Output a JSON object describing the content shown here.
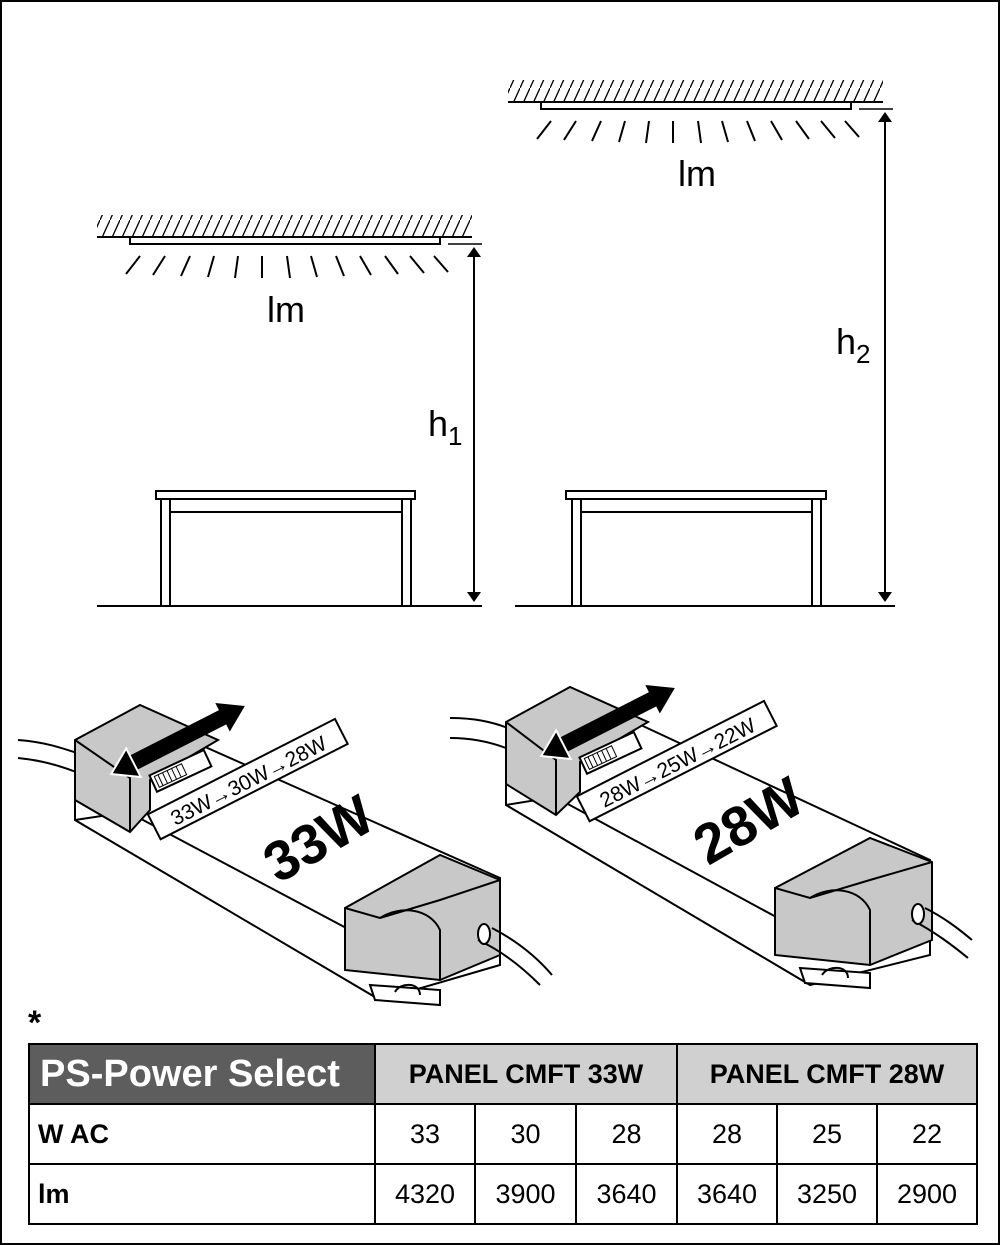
{
  "top_diagram": {
    "scene_left": {
      "light_label": "lm",
      "height_label": "h",
      "height_subscript": "1"
    },
    "scene_right": {
      "light_label": "lm",
      "height_label": "h",
      "height_subscript": "2"
    }
  },
  "drivers": [
    {
      "main_label": "33W",
      "sequence": "33W→30W→28W"
    },
    {
      "main_label": "28W",
      "sequence": "28W→25W→22W"
    }
  ],
  "footnote_marker": "*",
  "table": {
    "title": "PS-Power Select",
    "groups": [
      "PANEL CMFT 33W",
      "PANEL CMFT 28W"
    ],
    "rows": [
      {
        "label": "W AC",
        "values": [
          "33",
          "30",
          "28",
          "28",
          "25",
          "22"
        ]
      },
      {
        "label": "lm",
        "values": [
          "4320",
          "3900",
          "3640",
          "3640",
          "3250",
          "2900"
        ]
      }
    ]
  },
  "colors": {
    "housing_gray": "#c8c8c8",
    "table_title_bg": "#5d5d5d",
    "table_header_bg": "#d0d0d0"
  }
}
